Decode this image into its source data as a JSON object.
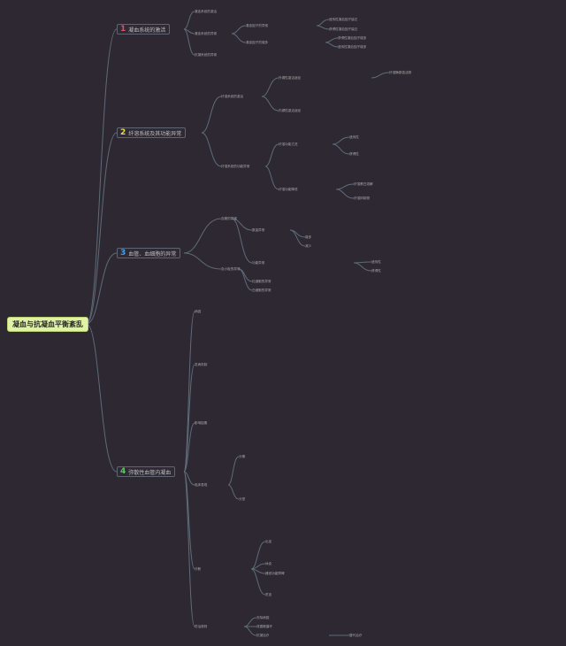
{
  "root": "凝血与抗凝血平衡紊乱",
  "topics": [
    {
      "number": "1",
      "label": "凝血系统的激活",
      "color": "#e0505c"
    },
    {
      "number": "2",
      "label": "纤溶系统及其功能异常",
      "color": "#f0d84a"
    },
    {
      "number": "3",
      "label": "血管、血细胞的异常",
      "color": "#4a9ee8"
    },
    {
      "number": "4",
      "label": "弥散性血管内凝血",
      "color": "#5ec85e"
    }
  ],
  "nodes": {
    "t1": [
      "凝血系统的激活",
      "凝血系统的异常",
      "凝血因子的异常",
      "遗传性凝血因子缺乏",
      "获得性凝血因子缺乏",
      "凝血因子的增多",
      "获得性凝血因子增多",
      "遗传性凝血因子增多",
      "抗凝系统的异常"
    ],
    "t2": [
      "纤溶系统的激活",
      "纤溶系统的功能异常",
      "外源性激活途径",
      "内源性激活途径",
      "纤溶酶原激活物",
      "纤溶功能亢进",
      "纤溶功能降低",
      "遗传性",
      "获得性",
      "纤溶蛋白溶解",
      "纤溶抑制物"
    ],
    "t3": [
      "血管的异常",
      "血小板的异常",
      "数量异常",
      "功能异常",
      "增多",
      "减少",
      "遗传性",
      "获得性",
      "红细胞的异常",
      "白细胞的异常"
    ],
    "t4": [
      "病因",
      "发病机制",
      "影响因素",
      "分期",
      "分型",
      "临床表现",
      "出血",
      "休克",
      "器官功能障碍",
      "贫血",
      "诊断",
      "防治原则",
      "去除病因",
      "改善微循环",
      "抗凝治疗",
      "替代治疗"
    ]
  }
}
